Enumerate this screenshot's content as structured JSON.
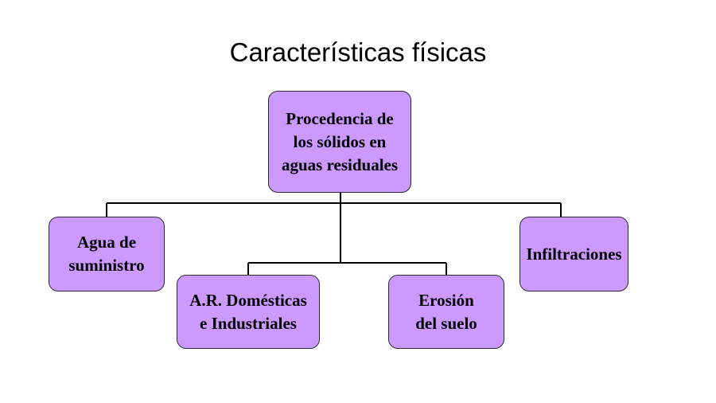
{
  "title": "Características físicas",
  "colors": {
    "node_fill": "#cc99ff",
    "node_border": "#2b2b2b",
    "connector": "#000000"
  },
  "root": {
    "label": "Procedencia de\nlos sólidos en\naguas residuales"
  },
  "children": [
    {
      "label": "Agua de\nsuministro"
    },
    {
      "label": "A.R. Domésticas\ne Industriales"
    },
    {
      "label": "Erosión\ndel suelo"
    },
    {
      "label": "Infiltraciones"
    }
  ]
}
